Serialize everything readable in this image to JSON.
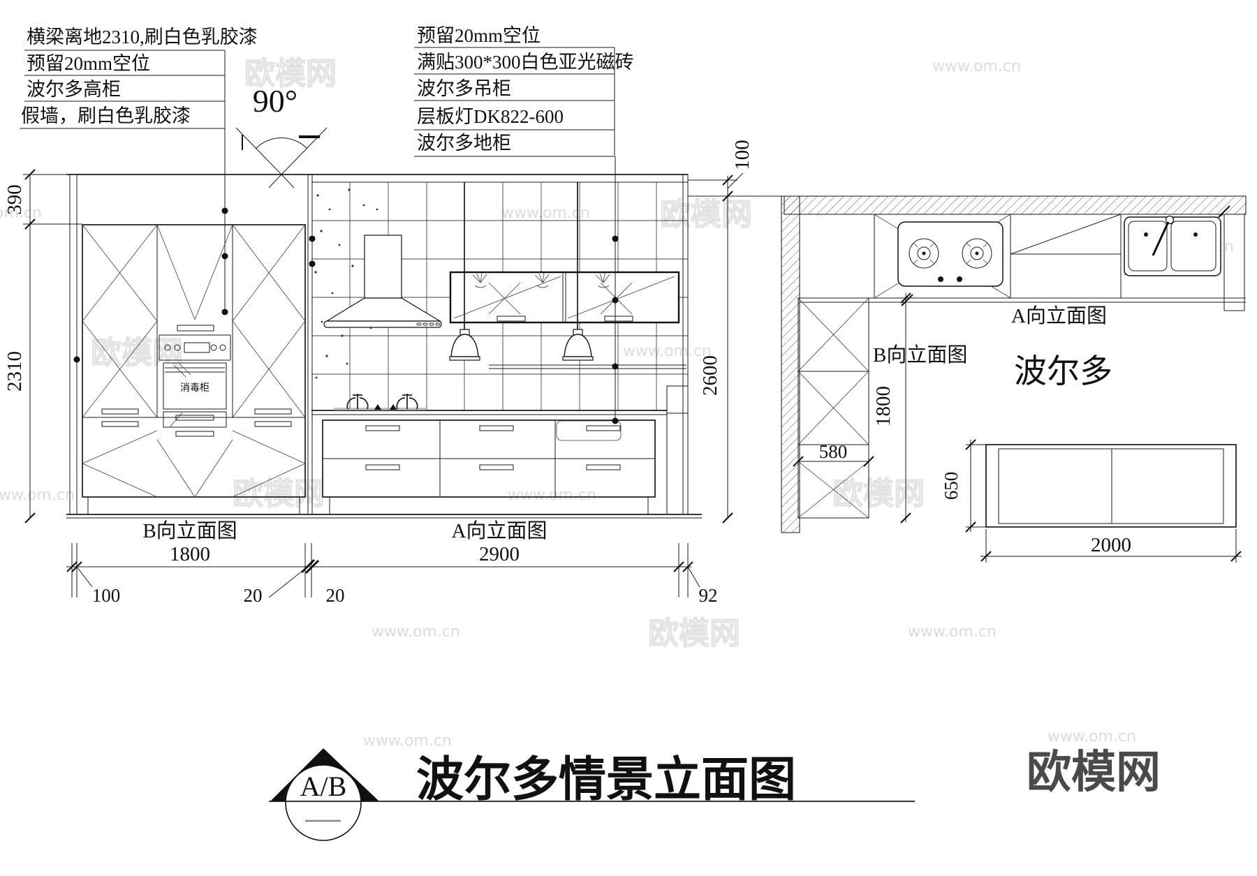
{
  "watermarks": {
    "url": "www.om.cn",
    "brand": "欧模网",
    "partial": "om.cn"
  },
  "notes_left": {
    "l1": "横梁离地2310,刷白色乳胶漆",
    "l2": "预留20mm空位",
    "l3": "波尔多高柜",
    "l4": "假墙，刷白色乳胶漆"
  },
  "angle": {
    "value": "90°"
  },
  "notes_center": {
    "l1": "预留20mm空位",
    "l2": "满贴300*300白色亚光磁砖",
    "l3": "波尔多吊柜",
    "l4": "层板灯DK822-600",
    "l5": "波尔多地柜"
  },
  "elev_b": {
    "name": "B向立面图",
    "width": "1800",
    "appliance": "消毒柜"
  },
  "elev_a": {
    "name": "A向立面图",
    "width": "2900"
  },
  "dims": {
    "beam_height": "390",
    "wall_height": "2310",
    "ceiling": "2600",
    "gap_top": "100",
    "left_offset": "100",
    "gap1": "20",
    "gap2": "20",
    "right_offset": "92"
  },
  "plan": {
    "elev_a_label": "A向立面图",
    "elev_b_label": "B向立面图",
    "series": "波尔多",
    "depth": "580",
    "length_b": "1800",
    "island_depth": "650",
    "island_length": "2000",
    "wall_gap": "100"
  },
  "title": {
    "symbol": "A/B",
    "text": "波尔多情景立面图"
  },
  "logo": {
    "text": "欧模网"
  }
}
